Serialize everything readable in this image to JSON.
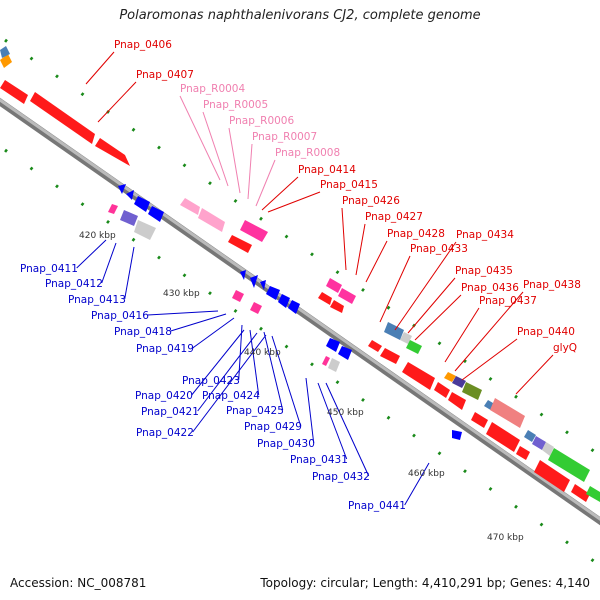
{
  "title": "Polaromonas naphthalenivorans CJ2, complete genome",
  "footer": {
    "accession": "Accession: NC_008781",
    "summary": "Topology: circular; Length: 4,410,291 bp; Genes: 4,140"
  },
  "colors": {
    "backbone": "#999999",
    "tick": "#1a8a1a",
    "label_forward": "#e00000",
    "label_rna": "#f080b0",
    "label_reverse": "#0000cc",
    "scale_text": "#333333"
  },
  "scale_labels": [
    "420 kbp",
    "430 kbp",
    "440 kbp",
    "450 kbp",
    "460 kbp",
    "470 kbp"
  ],
  "labels_forward": [
    {
      "name": "Pnap_0406",
      "group": "forward"
    },
    {
      "name": "Pnap_0407",
      "group": "forward"
    },
    {
      "name": "Pnap_R0004",
      "group": "rna"
    },
    {
      "name": "Pnap_R0005",
      "group": "rna"
    },
    {
      "name": "Pnap_R0006",
      "group": "rna"
    },
    {
      "name": "Pnap_R0007",
      "group": "rna"
    },
    {
      "name": "Pnap_R0008",
      "group": "rna"
    },
    {
      "name": "Pnap_0414",
      "group": "forward"
    },
    {
      "name": "Pnap_0415",
      "group": "forward"
    },
    {
      "name": "Pnap_0426",
      "group": "forward"
    },
    {
      "name": "Pnap_0427",
      "group": "forward"
    },
    {
      "name": "Pnap_0428",
      "group": "forward"
    },
    {
      "name": "Pnap_0434",
      "group": "forward"
    },
    {
      "name": "Pnap_0433",
      "group": "forward"
    },
    {
      "name": "Pnap_0435",
      "group": "forward"
    },
    {
      "name": "Pnap_0436",
      "group": "forward"
    },
    {
      "name": "Pnap_0438",
      "group": "forward"
    },
    {
      "name": "Pnap_0437",
      "group": "forward"
    },
    {
      "name": "Pnap_0440",
      "group": "forward"
    },
    {
      "name": "glyQ",
      "group": "forward"
    }
  ],
  "labels_reverse": [
    {
      "name": "Pnap_0411"
    },
    {
      "name": "Pnap_0412"
    },
    {
      "name": "Pnap_0413"
    },
    {
      "name": "Pnap_0416"
    },
    {
      "name": "Pnap_0418"
    },
    {
      "name": "Pnap_0419"
    },
    {
      "name": "Pnap_0423"
    },
    {
      "name": "Pnap_0420"
    },
    {
      "name": "Pnap_0424"
    },
    {
      "name": "Pnap_0421"
    },
    {
      "name": "Pnap_0425"
    },
    {
      "name": "Pnap_0422"
    },
    {
      "name": "Pnap_0429"
    },
    {
      "name": "Pnap_0430"
    },
    {
      "name": "Pnap_0431"
    },
    {
      "name": "Pnap_0432"
    },
    {
      "name": "Pnap_0441"
    }
  ]
}
